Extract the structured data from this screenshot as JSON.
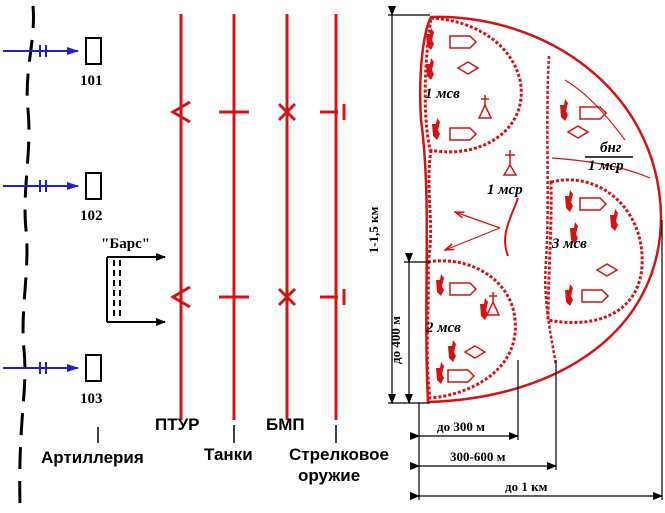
{
  "colors": {
    "red": "#d41414",
    "blue": "#2020c8",
    "black": "#000000"
  },
  "positions": {
    "p101": "101",
    "p102": "102",
    "p103": "103"
  },
  "bars_label": "\"Барс\"",
  "weapons": {
    "ptur": "ПТУР",
    "tanks": "Танки",
    "bmp": "БМП",
    "small_arms_1": "Стрелковое",
    "small_arms_2": "оружие",
    "artillery": "Артиллерия"
  },
  "units": {
    "msv1": "1 мсв",
    "msv2": "2 мсв",
    "msv3": "3 мсв",
    "msr1": "1 мср",
    "bng": "бнг",
    "bng_msr": "1 мср"
  },
  "dimensions": {
    "depth": "1-1,5 км",
    "height": "до 400 м",
    "w300": "до 300 м",
    "w300_600": "300-600 м",
    "w1km": "до 1 км"
  }
}
